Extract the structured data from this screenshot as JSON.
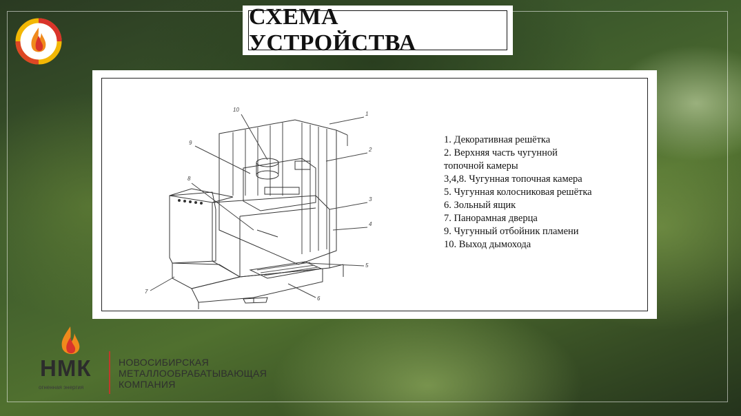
{
  "title": "СХЕМА УСТРОЙСТВА",
  "diagram": {
    "callouts": [
      "1",
      "2",
      "3",
      "4",
      "5",
      "6",
      "7",
      "8",
      "9",
      "10"
    ]
  },
  "legend": [
    "1. Декоративная решётка",
    "2. Верхняя часть чугунной",
    "топочной камеры",
    "3,4,8. Чугунная топочная камера",
    "5. Чугунная колосниковая решётка",
    "6. Зольный ящик",
    "7. Панорамная дверца",
    "9. Чугунный отбойник пламени",
    "10. Выход дымохода"
  ],
  "company": {
    "abbr": "НМК",
    "tagline": "огненная энергия",
    "name_lines": [
      "НОВОСИБИРСКАЯ",
      "МЕТАЛЛООБРАБАТЫВАЮЩАЯ",
      "КОМПАНИЯ"
    ]
  },
  "colors": {
    "flame_red": "#d9342b",
    "flame_orange": "#f08a1c",
    "ring_yellow": "#f2b705",
    "text_dark": "#111111"
  },
  "icons": {
    "top_logo": "flame-ring-logo-icon",
    "company_logo": "flame-logo-icon"
  }
}
